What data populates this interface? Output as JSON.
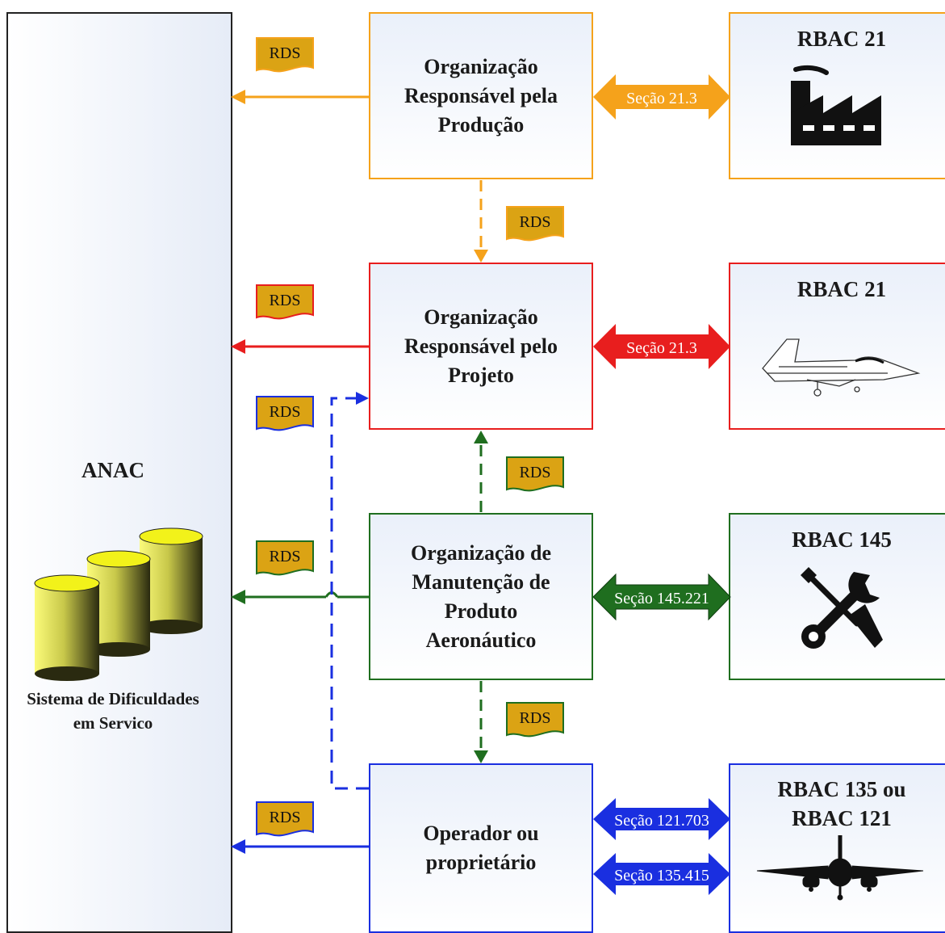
{
  "anac": {
    "title": "ANAC",
    "subtitle": "Sistema de Dificuldades\nem Servico"
  },
  "organizations": {
    "producao": {
      "label": "Organização\nResponsável pela\nProdução",
      "color": "#f5a21b"
    },
    "projeto": {
      "label": "Organização\nResponsável pelo\nProjeto",
      "color": "#e81e1e"
    },
    "manutencao": {
      "label": "Organização de\nManutenção de\nProduto\nAeronáutico",
      "color": "#1f6e1f"
    },
    "operador": {
      "label": "Operador ou\nproprietário",
      "color": "#1a2fe0"
    }
  },
  "regulations": {
    "rbac21_producao": {
      "title": "RBAC 21",
      "icon": "factory-icon"
    },
    "rbac21_projeto": {
      "title": "RBAC 21",
      "icon": "fighter-jet-icon"
    },
    "rbac145": {
      "title": "RBAC 145",
      "icon": "tools-icon"
    },
    "rbac135_121": {
      "title": "RBAC 135 ou\nRBAC 121",
      "icon": "airliner-icon"
    }
  },
  "sections": {
    "s21_3_producao": "Seção 21.3",
    "s21_3_projeto": "Seção 21.3",
    "s145_221": "Seção 145.221",
    "s121_703": "Seção 121.703",
    "s135_415": "Seção 135.415"
  },
  "rds_label": "RDS",
  "colors": {
    "orange": "#f5a21b",
    "red": "#e81e1e",
    "green": "#1f6e1f",
    "blue": "#1a2fe0",
    "rds_fill": "#dba314",
    "database": "#f2f21a"
  }
}
